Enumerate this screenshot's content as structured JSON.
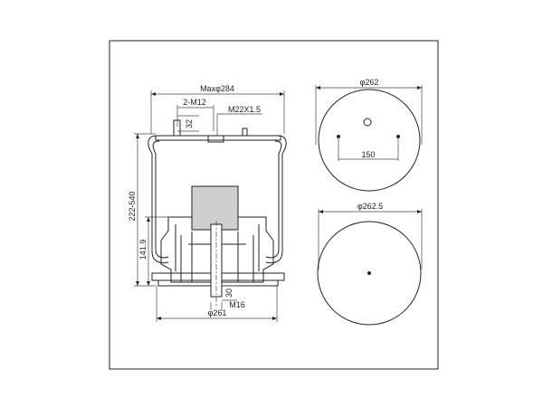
{
  "side_view": {
    "max_diameter": "Maxφ284",
    "top_bolts": "2-M12",
    "air_fitting": "M22X1.5",
    "bolt_length": "32",
    "height_range": "222-540",
    "min_height": "141.9",
    "bottom_stud_length": "30",
    "bottom_stud": "M16",
    "piston_diameter": "φ261"
  },
  "top_view": {
    "diameter": "φ262",
    "bolt_spacing": "150"
  },
  "bottom_view": {
    "diameter": "φ262.5"
  }
}
